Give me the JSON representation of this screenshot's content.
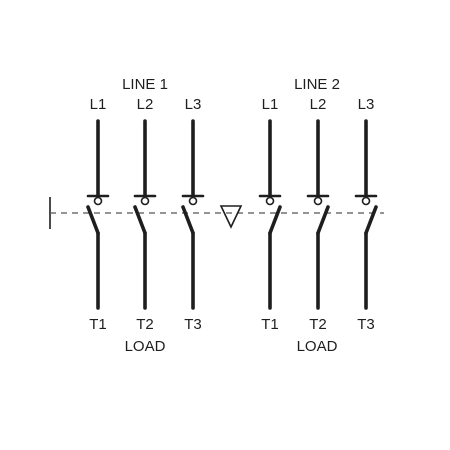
{
  "diagram": {
    "groups": [
      {
        "title": "LINE 1",
        "footer": "LOAD",
        "line_labels": [
          "L1",
          "L2",
          "L3"
        ],
        "load_labels": [
          "T1",
          "T2",
          "T3"
        ]
      },
      {
        "title": "LINE 2",
        "footer": "LOAD",
        "line_labels": [
          "L1",
          "L2",
          "L3"
        ],
        "load_labels": [
          "T1",
          "T2",
          "T3"
        ]
      }
    ],
    "colors": {
      "ink": "#1e1e1e",
      "link": "#555555"
    }
  }
}
